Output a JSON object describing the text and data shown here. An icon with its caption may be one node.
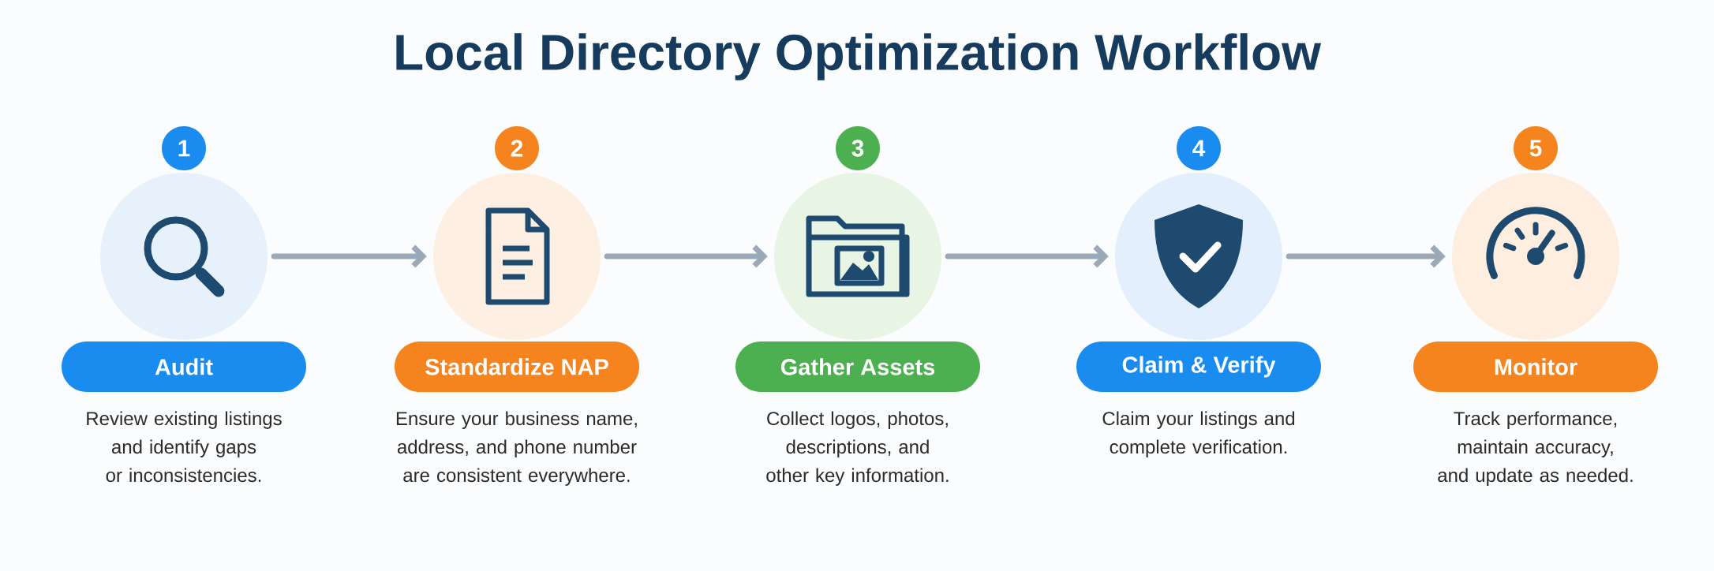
{
  "diagram": {
    "title": "Local Directory Optimization Workflow",
    "nodes": [
      {
        "text": [
          "1"
        ]
      },
      {
        "text": [],
        "shape": "circle"
      },
      {
        "text": [
          "Audit"
        ],
        "beside": [
          "Review existing listings and identify gaps or inconsistencies."
        ]
      },
      {
        "text": [
          "2"
        ]
      },
      {
        "text": [],
        "shape": "circle"
      },
      {
        "text": [
          "Standardize NAP"
        ],
        "beside": [
          "Ensure your business name, address, and phone number are consistent everywhere."
        ]
      },
      {
        "text": [
          "3"
        ]
      },
      {
        "text": [],
        "shape": "circle"
      },
      {
        "text": [
          "Gather Assets"
        ],
        "beside": [
          "Collect logos, photos, descriptions, and other key information."
        ]
      },
      {
        "text": [
          "4"
        ]
      },
      {
        "text": [],
        "shape": "circle"
      },
      {
        "text": [
          "Claim & Verify"
        ],
        "beside": [
          "Claim your listings and complete verification."
        ]
      },
      {
        "text": [
          "5"
        ]
      },
      {
        "text": [],
        "shape": "circle"
      },
      {
        "text": [
          "Monitor"
        ],
        "beside": [
          "Track performance, maintain accuracy, and update as needed."
        ]
      }
    ],
    "edges": [
      {
        "from": 1,
        "to": 4,
        "arrow": "to"
      },
      {
        "from": 4,
        "to": 7,
        "arrow": "to"
      },
      {
        "from": 7,
        "to": 10,
        "arrow": "to"
      },
      {
        "from": 10,
        "to": 13,
        "arrow": "to"
      }
    ]
  }
}
